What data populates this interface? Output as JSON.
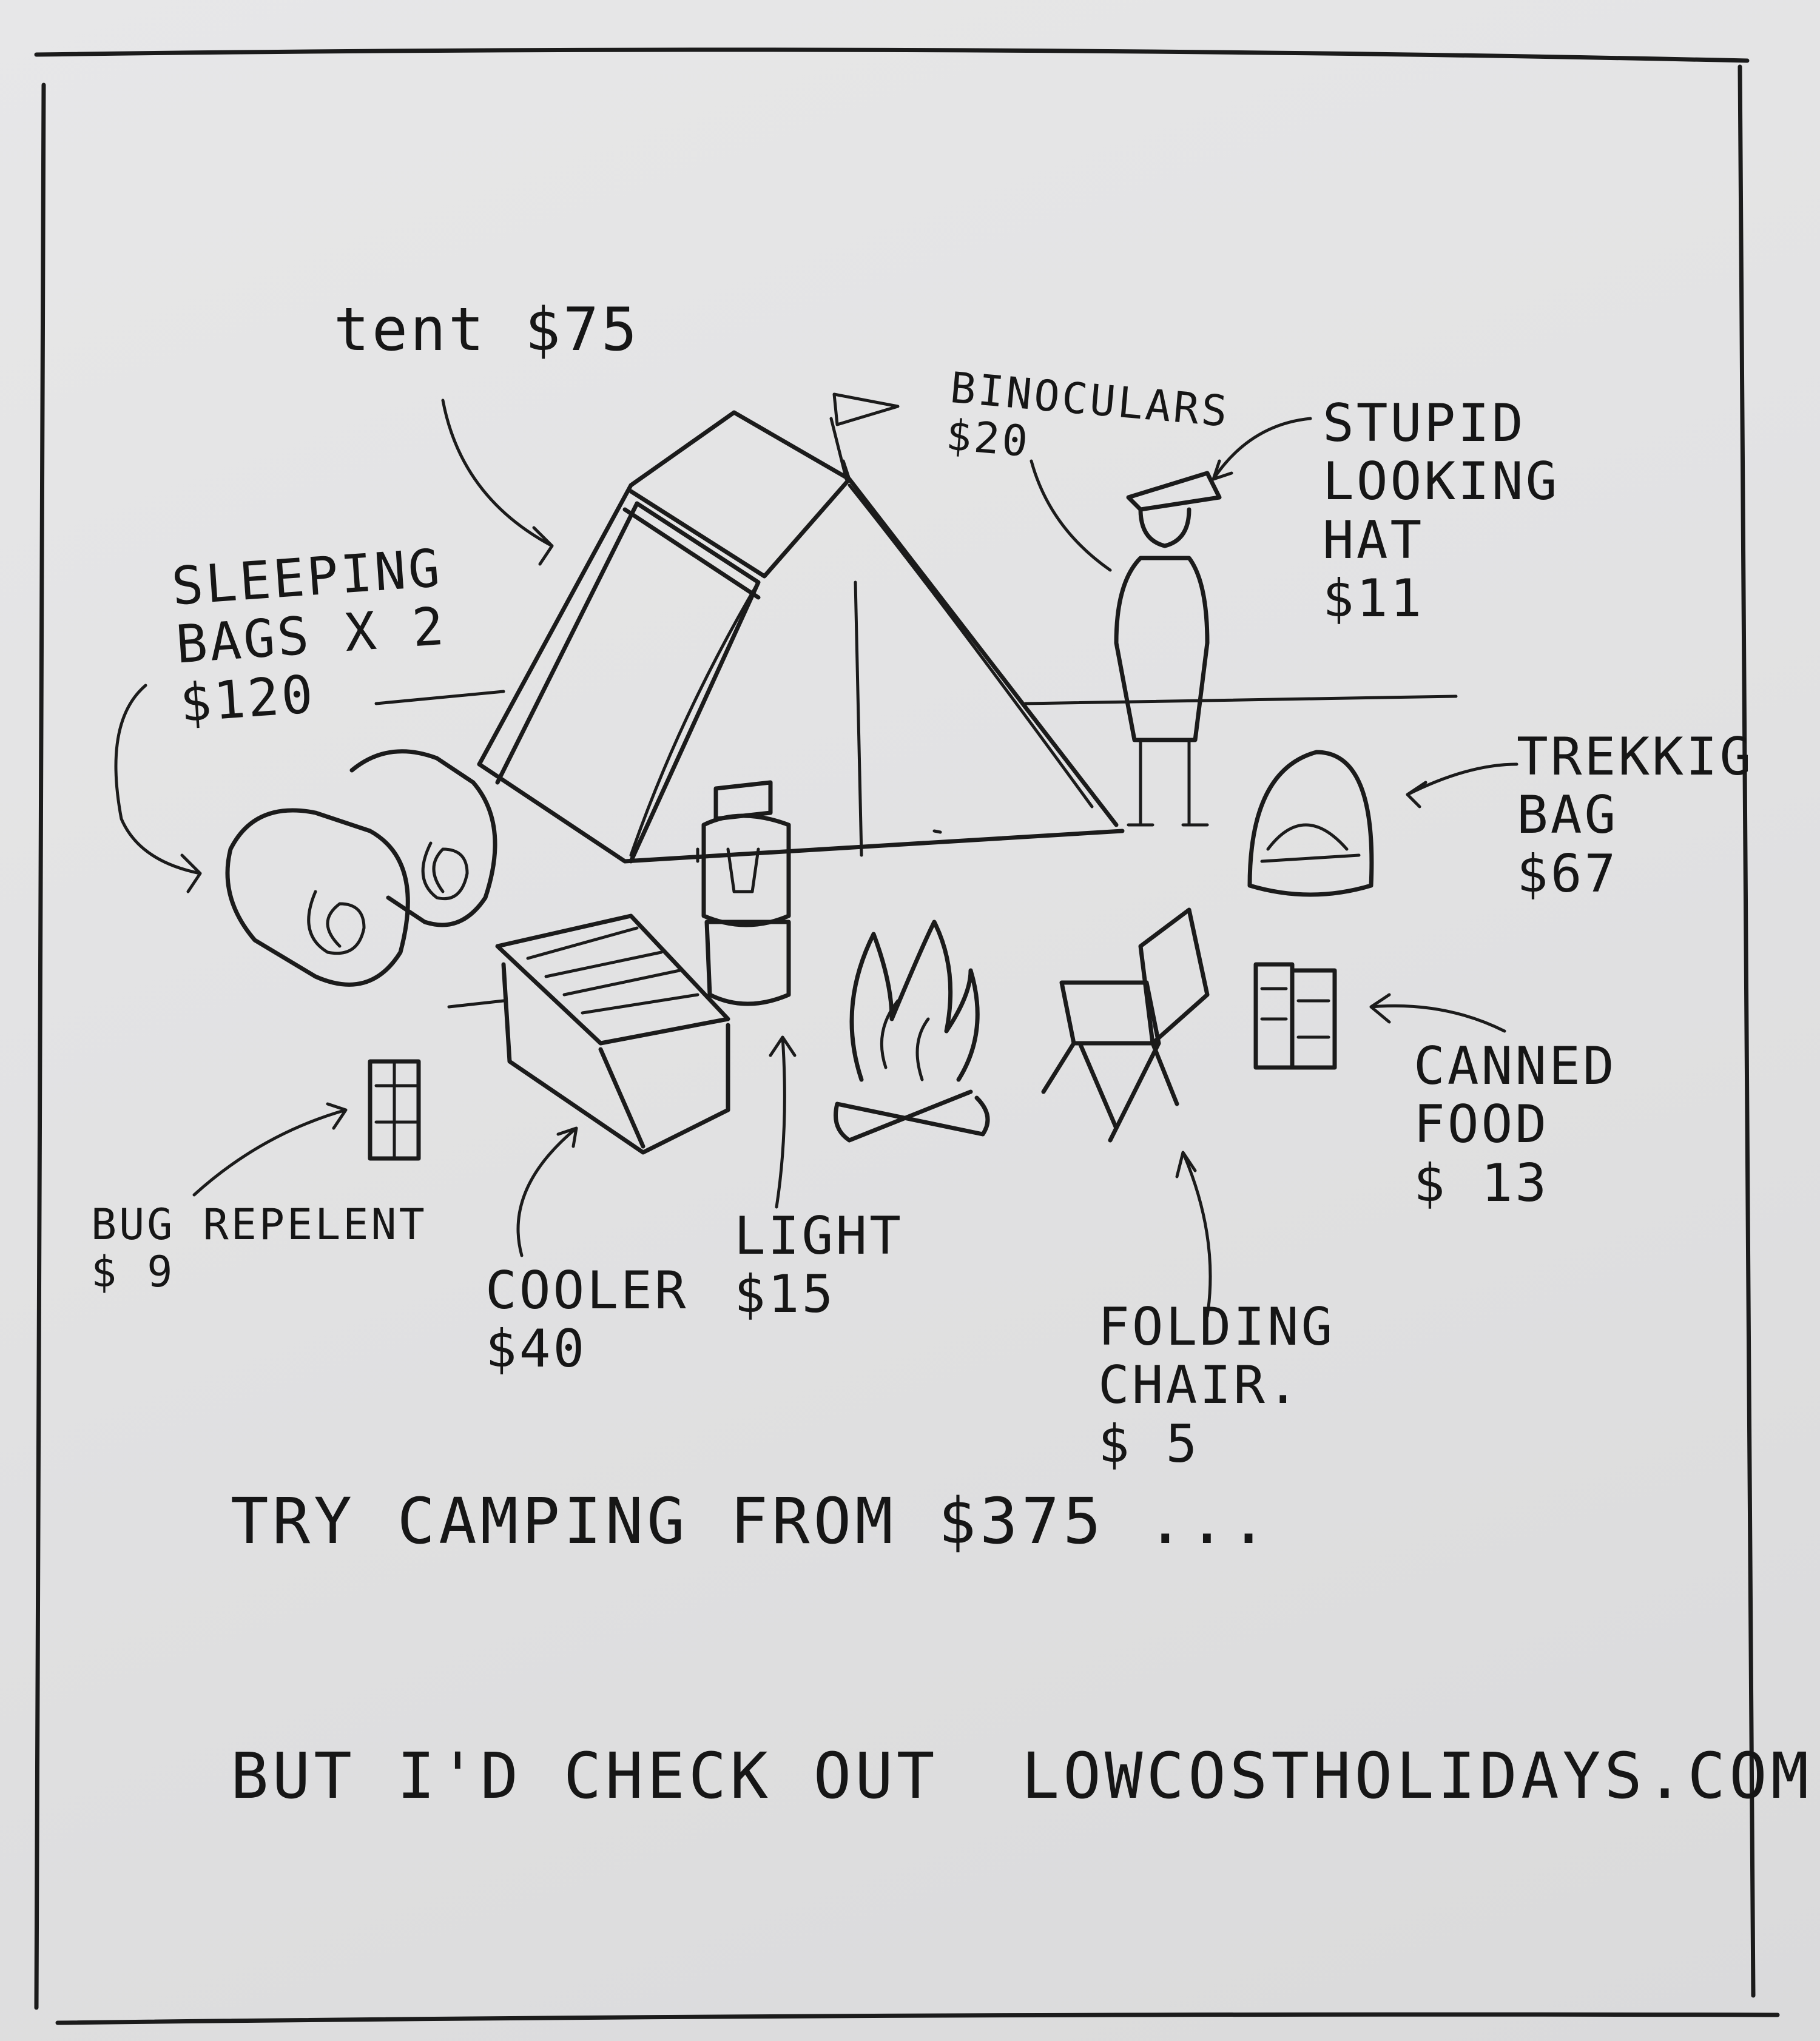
{
  "labels": {
    "tent": "tent $75",
    "binoculars": "BINOCULARS\n$20",
    "hat": "STUPID\nLOOKING\nHAT\n$11",
    "sleeping_bags": "SLEEPING\nBAGS X 2\n$120",
    "trekking_bag": "TREKKIG\nBAG\n$67",
    "canned_food": "CANNED\nFOOD\n$ 13",
    "bug_repellent": "BUG REPELENT\n$ 9",
    "cooler": "COOLER\n$40",
    "light": "LIGHT\n$15",
    "folding_chair": "FOLDING\nCHAIR.\n$ 5"
  },
  "footer": {
    "line1": "TRY CAMPING FROM $375 ...",
    "line2": "BUT I'D CHECK OUT  LOWCOSTHOLIDAYS.COM"
  }
}
